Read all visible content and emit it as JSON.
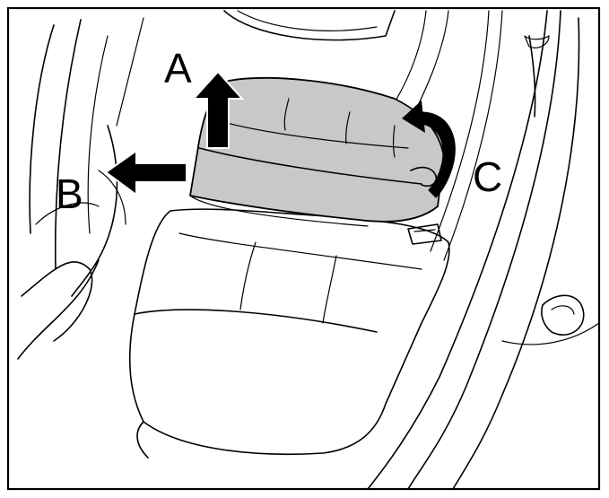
{
  "labels": {
    "a": "A",
    "b": "B",
    "c": "C"
  },
  "colors": {
    "cushion_fill": "#c8c8c8",
    "line": "#000000",
    "background": "#ffffff"
  }
}
